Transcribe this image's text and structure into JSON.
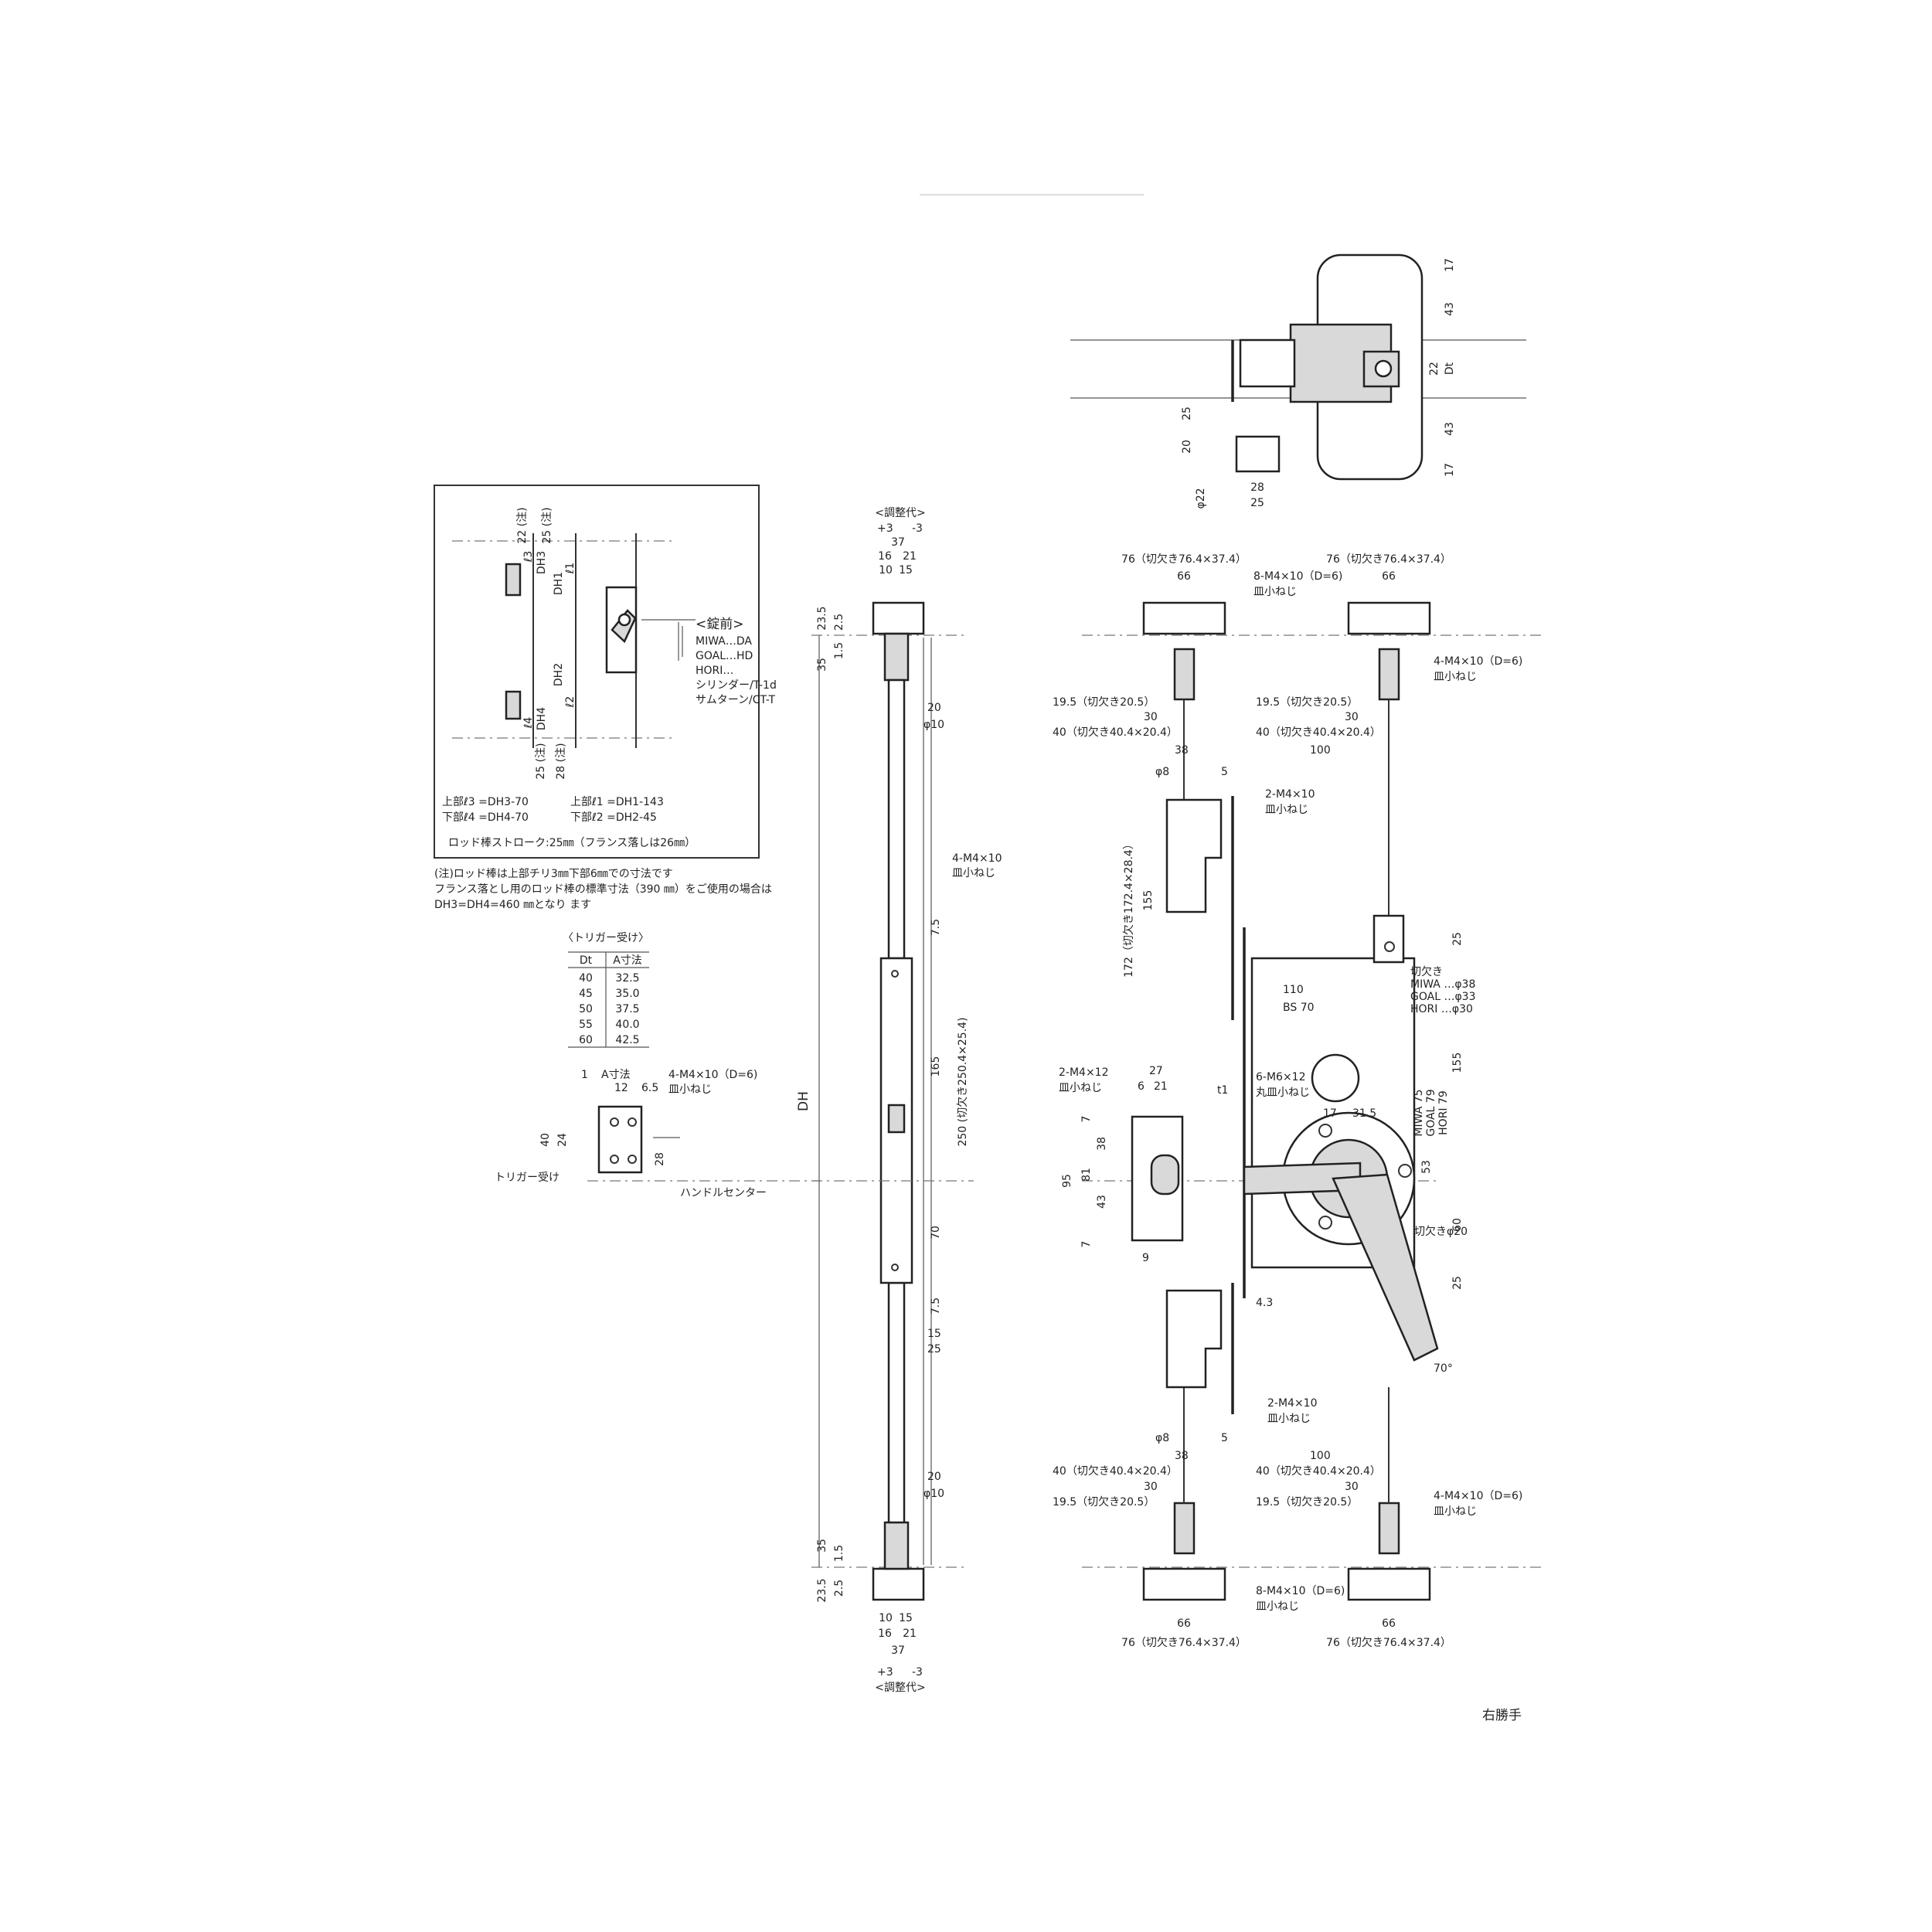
{
  "hand": "右勝手",
  "adjust": {
    "label": "<調整代>",
    "plus": "+3",
    "minus": "-3"
  },
  "inset": {
    "lock_title": "<錠前>",
    "lock_lines": [
      "MIWA…DA",
      "GOAL…HD",
      "HORI…",
      "シリンダー/T-1d",
      "サムターン/CT-T"
    ],
    "dims": [
      "22 (注)",
      "25 (注)",
      "DH3",
      "ℓ3",
      "ℓ1",
      "DH1",
      "DH2",
      "ℓ2",
      "DH4",
      "ℓ4",
      "25 (注)",
      "28 (注)"
    ],
    "formula_upper_l3": "上部ℓ3 =DH3-70",
    "formula_lower_l4": "下部ℓ4 =DH4-70",
    "formula_upper_l1": "上部ℓ1 =DH1-143",
    "formula_lower_l2": "下部ℓ2 =DH2-45",
    "stroke": "ロッド棒ストローク:25㎜（フランス落しは26㎜）"
  },
  "note": [
    "(注)ロッド棒は上部チリ3㎜下部6㎜での寸法です",
    "フランス落とし用のロッド棒の標準寸法（390 ㎜）をご使用の場合は",
    "DH3=DH4=460 ㎜となり ます"
  ],
  "trigger_table": {
    "title": "〈トリガー受け〉",
    "headers": [
      "Dt",
      "A寸法"
    ],
    "rows": [
      [
        "40",
        "32.5"
      ],
      [
        "45",
        "35.0"
      ],
      [
        "50",
        "37.5"
      ],
      [
        "55",
        "40.0"
      ],
      [
        "60",
        "42.5"
      ]
    ]
  },
  "trigger_detail": {
    "dims": [
      "1",
      "A寸法",
      "12",
      "6.5",
      "40",
      "24",
      "28"
    ],
    "screw": [
      "4-M4×10（D=6)",
      "皿小ねじ"
    ],
    "trigger_label": "トリガー受け",
    "handle_center": "ハンドルセンター"
  },
  "rod_view": {
    "DH": "DH",
    "top_dims": [
      "37",
      "16",
      "21",
      "10",
      "15",
      "23.5",
      "2.5",
      "35",
      "1.5",
      "20",
      "φ10"
    ],
    "screw": [
      "4-M4×10",
      "皿小ねじ"
    ],
    "mid_dims": [
      "7.5",
      "165",
      "250 (切欠き250.4×25.4)",
      "70",
      "7.5",
      "15",
      "25"
    ],
    "bottom_dims": [
      "20",
      "φ10",
      "35",
      "1.5",
      "23.5",
      "2.5",
      "10",
      "15",
      "16",
      "21",
      "37"
    ]
  },
  "top_view": {
    "dims": [
      "17",
      "43",
      "22",
      "Dt",
      "43",
      "17",
      "25",
      "20",
      "28",
      "25",
      "φ22"
    ]
  },
  "front_view": {
    "flange_top": "76（切欠き76.4×37.4）",
    "flange_w": "66",
    "screw8": [
      "8-M4×10（D=6)",
      "皿小ねじ"
    ],
    "screw4": [
      "4-M4×10（D=6)",
      "皿小ねじ"
    ],
    "d195": "19.5（切欠き20.5）",
    "d30": "30",
    "d40": "40（切欠き40.4×20.4）",
    "d38": "38",
    "d100": "100",
    "phi8": "φ8",
    "d5": "5",
    "screw2_10": [
      "2-M4×10",
      "皿小ねじ"
    ],
    "d172": "172（切欠き172.4×28.4）",
    "d155": "155",
    "d25": "25",
    "d110": "110",
    "bs70": "BS 70",
    "cutout": [
      "切欠き",
      "MIWA …φ38",
      "GOAL …φ33",
      "HORI …φ30"
    ],
    "d155b": "155",
    "mgh": [
      "MIWA 75",
      "GOAL 79",
      "HORI 79"
    ],
    "screw2_12": [
      "2-M4×12",
      "皿小ねじ"
    ],
    "d27": "27",
    "d6": "6",
    "d21": "21",
    "t1": "t1",
    "screw6": [
      "6-M6×12",
      "丸皿小ねじ"
    ],
    "d17": "17",
    "d315": "31.5",
    "d53": "53",
    "d60": "60",
    "phi20": "切欠きφ20",
    "d95": "95",
    "d81": "81",
    "d43": "43",
    "d38b": "38",
    "d7a": "7",
    "d7b": "7",
    "d9": "9",
    "d43b": "4.3",
    "d25b": "25",
    "deg70": "70°"
  }
}
